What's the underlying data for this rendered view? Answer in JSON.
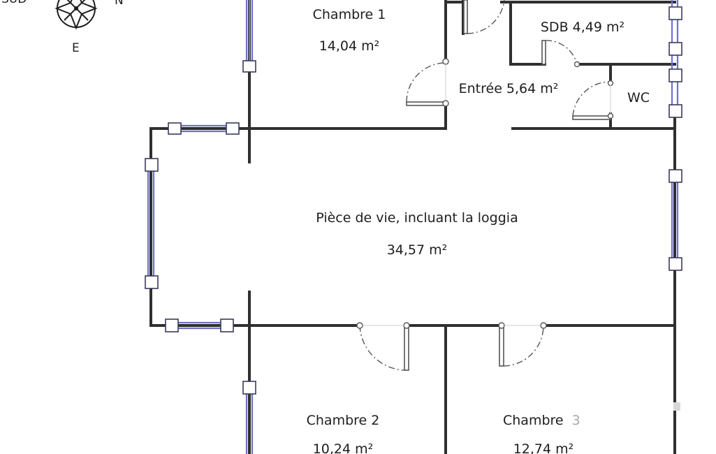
{
  "compass": {
    "west_label": "SUD",
    "east_label": "N",
    "south_label": "E"
  },
  "rooms": {
    "chambre1": {
      "name": "Chambre 1",
      "area": "14,04 m²"
    },
    "sdb": {
      "label": "SDB 4,49 m²"
    },
    "entree": {
      "label": "Entrée 5,64 m²"
    },
    "wc": {
      "label": "WC"
    },
    "piece_de_vie": {
      "name": "Pièce de vie, incluant la loggia",
      "area": "34,57 m²"
    },
    "chambre2": {
      "name": "Chambre 2",
      "area": "10,24 m²"
    },
    "chambre3": {
      "name": "Chambre",
      "number": "3",
      "area": "12,74 m²"
    }
  },
  "colors": {
    "wall": "#2f2f2f",
    "window_glass": "#6f72c8",
    "text": "#1e1e1e",
    "faded_text": "#a8a8a8"
  }
}
